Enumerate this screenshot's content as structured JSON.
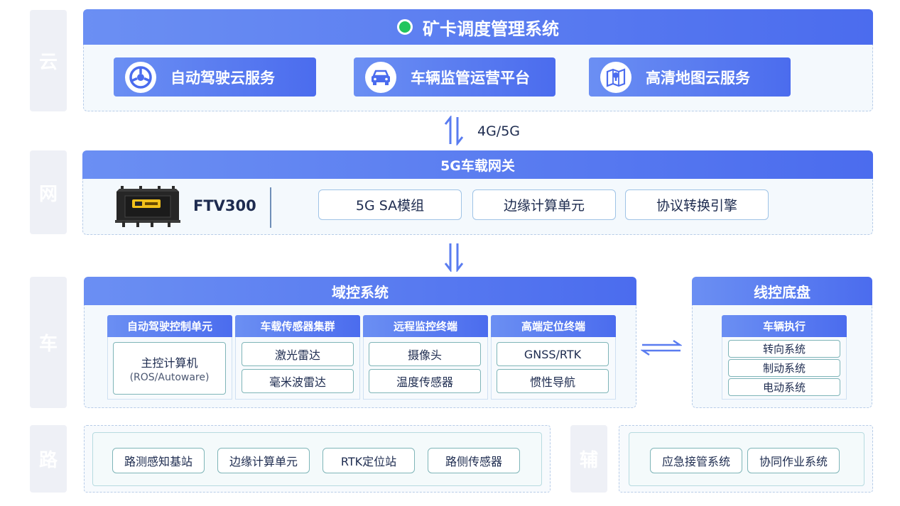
{
  "layers": {
    "cloud": "云",
    "network": "网",
    "vehicle": "车",
    "road": "路",
    "aux": "辅"
  },
  "cloud": {
    "title": "矿卡调度管理系统",
    "services": [
      "自动驾驶云服务",
      "车辆监管运营平台",
      "高清地图云服务"
    ]
  },
  "link_label": "4G/5G",
  "network": {
    "title": "5G车载网关",
    "device": "FTV300",
    "modules": [
      "5G SA模组",
      "边缘计算单元",
      "协议转换引擎"
    ]
  },
  "vehicle": {
    "domain_title": "域控系统",
    "columns": [
      {
        "title": "自动驾驶控制单元",
        "items": [
          {
            "main": "主控计算机",
            "sub": "(ROS/Autoware)"
          }
        ]
      },
      {
        "title": "车载传感器集群",
        "items": [
          {
            "main": "激光雷达"
          },
          {
            "main": "毫米波雷达"
          }
        ]
      },
      {
        "title": "远程监控终端",
        "items": [
          {
            "main": "摄像头"
          },
          {
            "main": "温度传感器"
          }
        ]
      },
      {
        "title": "高端定位终端",
        "items": [
          {
            "main": "GNSS/RTK"
          },
          {
            "main": "惯性导航"
          }
        ]
      }
    ],
    "chassis_title": "线控底盘",
    "exec_title": "车辆执行",
    "exec_items": [
      "转向系统",
      "制动系统",
      "电动系统"
    ]
  },
  "road": {
    "items": [
      "路测感知基站",
      "边缘计算单元",
      "RTK定位站",
      "路侧传感器"
    ]
  },
  "aux": {
    "items": [
      "应急接管系统",
      "协同作业系统"
    ]
  },
  "colors": {
    "accent": "#4b6cee",
    "accent_light": "#6b8ff3",
    "status_dot": "#22c55e",
    "panel_bg": "#f4f9fd",
    "side_bg": "#eef0f6"
  }
}
